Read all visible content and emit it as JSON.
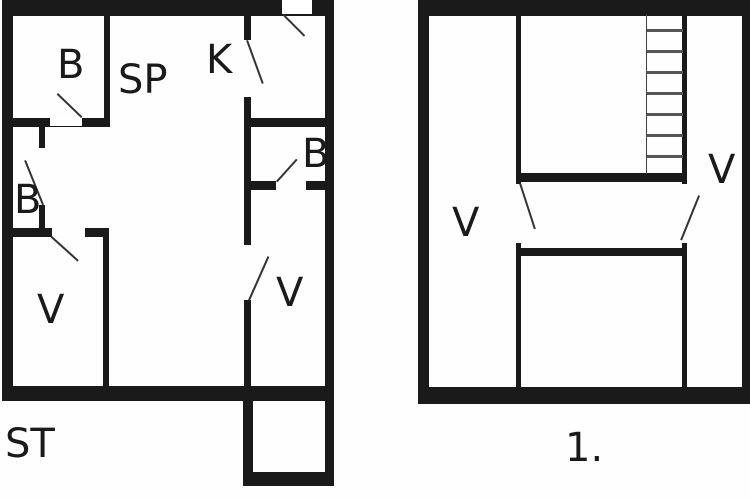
{
  "plans": [
    {
      "name": "ground-floor",
      "caption": "ST",
      "rooms": [
        {
          "id": "bath-top-left",
          "label": "B"
        },
        {
          "id": "living",
          "label": "SP"
        },
        {
          "id": "kitchen",
          "label": "K"
        },
        {
          "id": "bath-right",
          "label": "B"
        },
        {
          "id": "bath-left",
          "label": "B"
        },
        {
          "id": "bedroom-left",
          "label": "V"
        },
        {
          "id": "bedroom-right",
          "label": "V"
        }
      ]
    },
    {
      "name": "first-floor",
      "caption": "1.",
      "rooms": [
        {
          "id": "bedroom-left",
          "label": "V"
        },
        {
          "id": "bedroom-right",
          "label": "V"
        }
      ]
    }
  ],
  "colors": {
    "wall": "#1a1a1a",
    "background": "#fefefe"
  }
}
